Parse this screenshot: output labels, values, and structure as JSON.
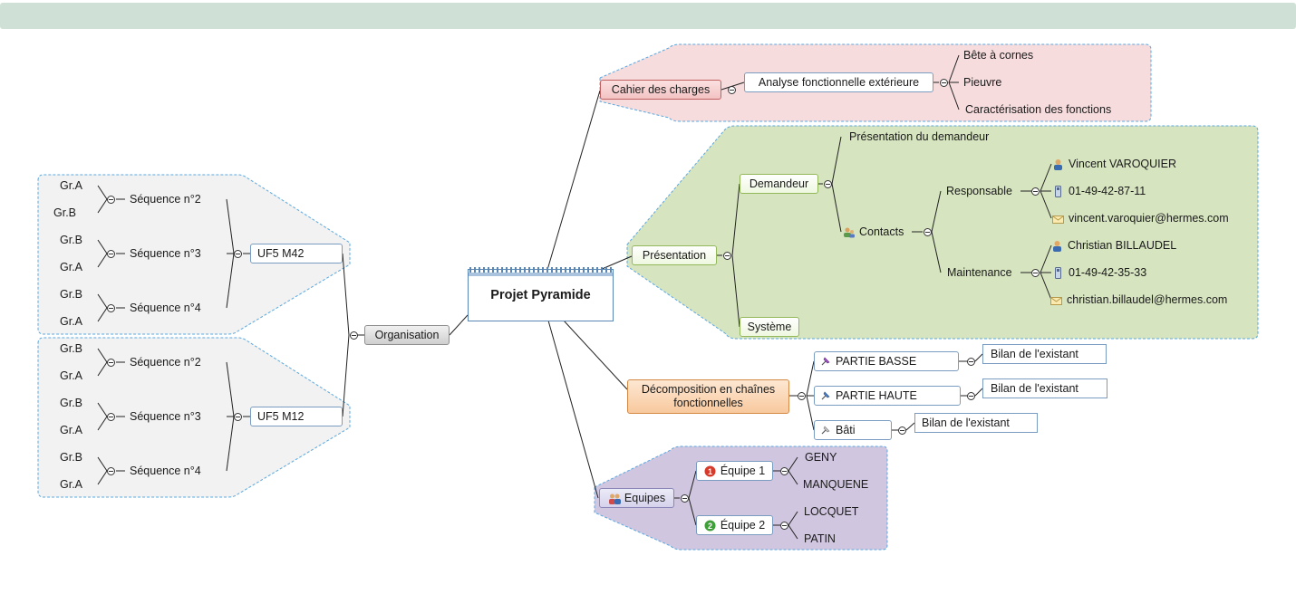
{
  "root": {
    "label": "Projet Pyramide"
  },
  "cahier": {
    "label": "Cahier des charges",
    "analyse": "Analyse fonctionnelle extérieure",
    "items": [
      "Bête à cornes",
      "Pieuvre",
      "Caractérisation des fonctions"
    ]
  },
  "presentation": {
    "label": "Présentation",
    "demandeur": "Demandeur",
    "pres_demandeur": "Présentation du demandeur",
    "contacts": "Contacts",
    "responsable": "Responsable",
    "resp_items": [
      "Vincent VAROQUIER",
      "01-49-42-87-11",
      "vincent.varoquier@hermes.com"
    ],
    "maintenance": "Maintenance",
    "maint_items": [
      "Christian BILLAUDEL",
      "01-49-42-35-33",
      "christian.billaudel@hermes.com"
    ],
    "systeme": "Système"
  },
  "decomposition": {
    "label_line1": "Décomposition en chaînes",
    "label_line2": "fonctionnelles",
    "partie_basse": "PARTIE BASSE",
    "partie_haute": "PARTIE HAUTE",
    "bati": "Bâti",
    "bilan": "Bilan de l'existant"
  },
  "equipes": {
    "label": "Equipes",
    "equipe1": "Équipe 1",
    "equipe1_members": [
      "GENY",
      "MANQUENE"
    ],
    "equipe2": "Équipe 2",
    "equipe2_members": [
      "LOCQUET",
      "PATIN"
    ]
  },
  "organisation": {
    "label": "Organisation",
    "uf_m42": "UF5 M42",
    "uf_m12": "UF5 M12",
    "seq2": "Séquence n°2",
    "seq3": "Séquence n°3",
    "seq4": "Séquence n°4",
    "gra": "Gr.A",
    "grb": "Gr.B"
  },
  "colors": {
    "cahier_zone": "#f6dcdd",
    "presentation_zone": "#d6e4bf",
    "equipes_zone": "#d0c6df",
    "organisation_zone": "#f2f2f2",
    "zone_border": "#5aa8e0"
  }
}
